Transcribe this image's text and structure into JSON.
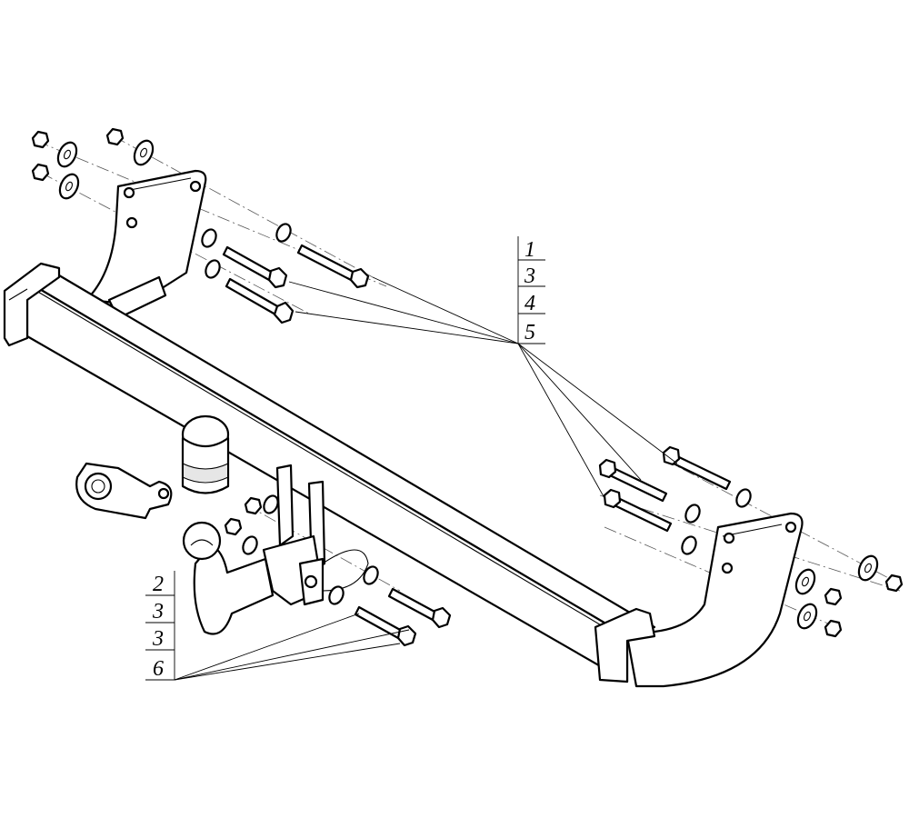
{
  "callouts": {
    "upper": [
      "1",
      "3",
      "4",
      "5"
    ],
    "lower": [
      "2",
      "3",
      "3",
      "6"
    ]
  },
  "colors": {
    "line": "#000000",
    "background": "#ffffff",
    "shade": "#e6e6e6"
  },
  "icons": [
    "nut-icon",
    "washer-icon",
    "bolt-icon",
    "tow-ball-icon",
    "ball-cap-icon",
    "socket-bracket-icon"
  ]
}
